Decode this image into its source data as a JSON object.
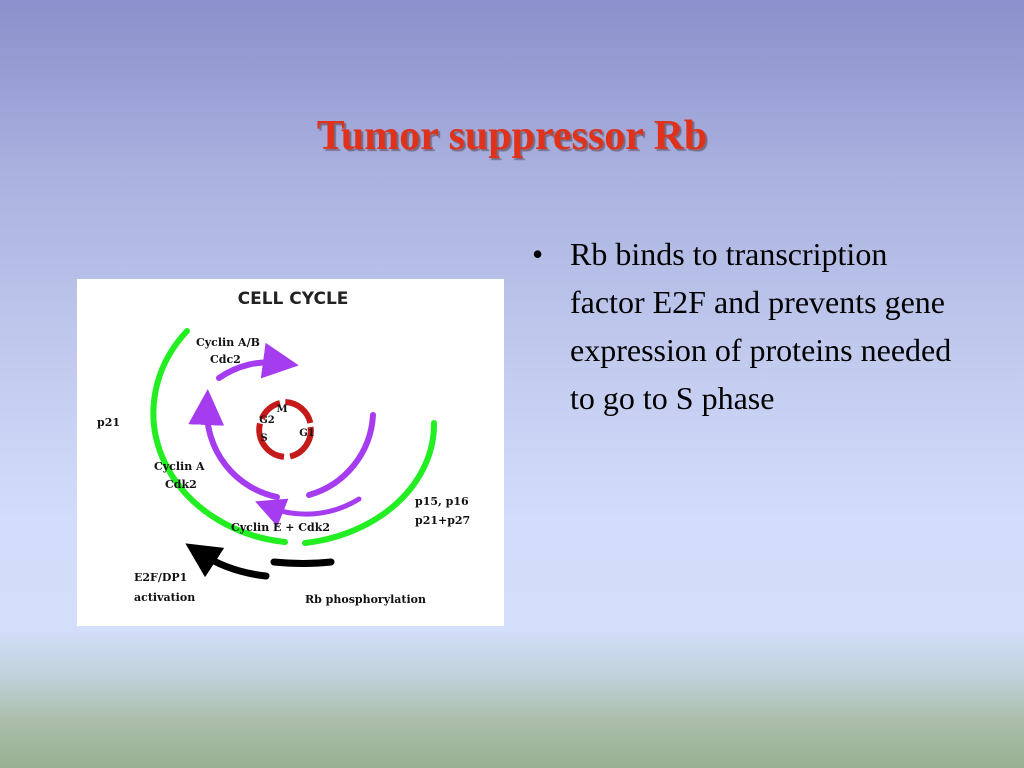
{
  "slide": {
    "title": "Tumor suppressor Rb"
  },
  "bullets": [
    {
      "marker": "•",
      "text": "Rb binds to transcription factor E2F and prevents gene expression of proteins needed to go to S phase"
    }
  ],
  "diagram": {
    "title": "CELL CYCLE",
    "phases": {
      "m": "M",
      "g2": "G2",
      "s": "S",
      "g1": "G1"
    },
    "labels": {
      "cyclin_ab": "Cyclin A/B",
      "cdc2": "Cdc2",
      "p21": "p21",
      "cyclin_a": "Cyclin A",
      "cdk2": "Cdk2",
      "p15_p16": "p15, p16",
      "p21_p27": "p21+p27",
      "cyclin_e_cdk2": "Cyclin E + Cdk2",
      "e2f_dp1": "E2F/DP1",
      "activation": "activation",
      "rb_phosphorylation": "Rb phosphorylation"
    },
    "colors": {
      "phase_ring": "#c41a1a",
      "cyclin_arrows": "#a63cf0",
      "inhibitor_arcs": "#22ee22",
      "rb_arrows": "#000000"
    }
  }
}
